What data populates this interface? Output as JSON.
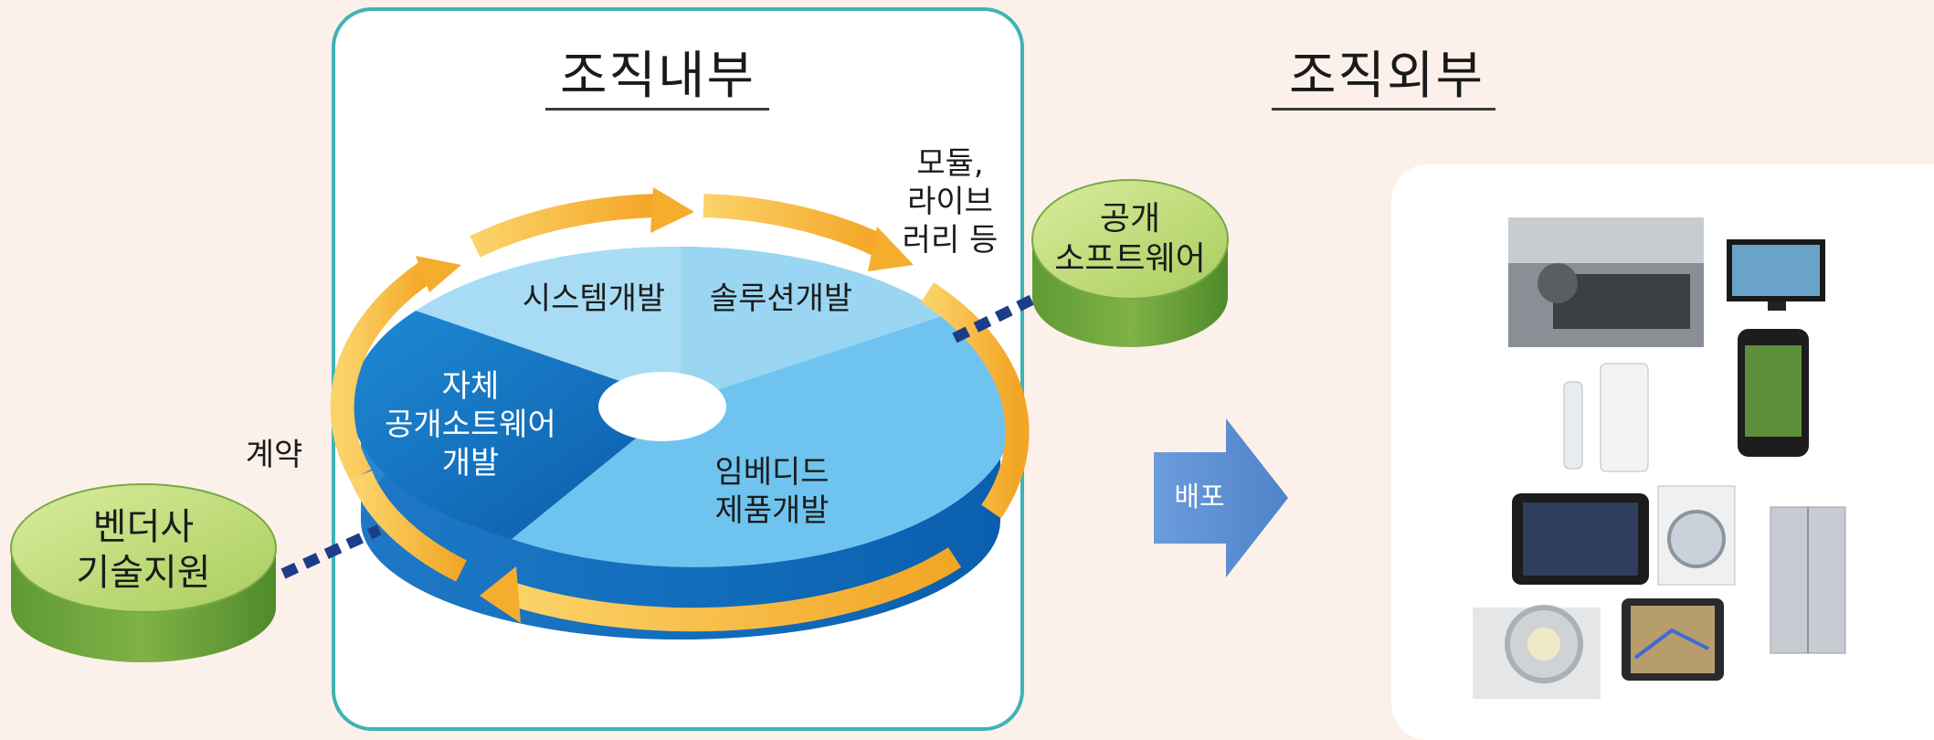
{
  "titles": {
    "inside": "조직내부",
    "outside": "조직외부"
  },
  "disk_segments": {
    "system_dev": "시스템개발",
    "solution_dev": "솔루션개발",
    "in_house_oss": "자체\n공개소트웨어\n개발",
    "embedded": "임베디드\n제품개발"
  },
  "labels": {
    "modules": "모듈,\n라이브\n러리 등",
    "contract": "계약",
    "deploy": "배포"
  },
  "cylinders": {
    "open_software": "공개\n소프트웨어",
    "vendor_support": "벤더사\n기술지원"
  },
  "products": [
    "car-interior",
    "flat-tv",
    "game-console",
    "smartphone",
    "tablet",
    "washing-machine",
    "refrigerator",
    "ct-scanner",
    "navigation-device"
  ],
  "colors": {
    "background": "#fbf1ea",
    "box_border": "#3fb3b5",
    "disk_dark": "#0a6bbd",
    "disk_light": "#7cc9ee",
    "arrow": "#f7b63a",
    "cylinder": "#b9d86a",
    "deploy_arrow": "#5b8fd0"
  }
}
